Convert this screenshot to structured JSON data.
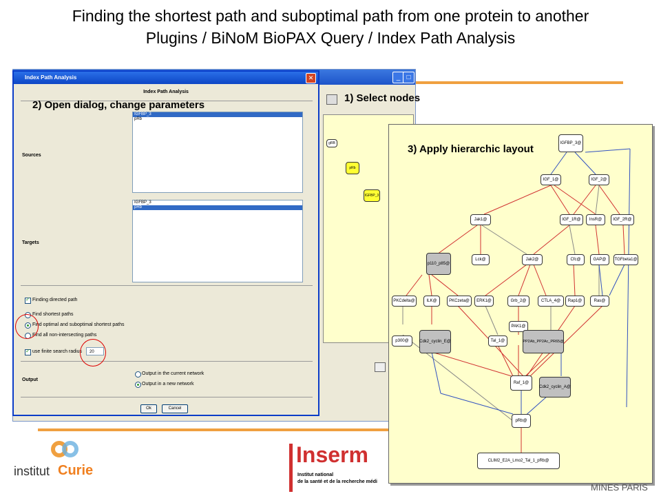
{
  "title_line1": "Finding the shortest path and suboptimal path from one protein to another",
  "title_line2": "Plugins / BiNoM BioPAX Query / Index Path Analysis",
  "dialog": {
    "window_title": "Index Path Analysis",
    "heading": "Index Path Analysis",
    "sources_label": "Sources",
    "sources_items": [
      "IGFBP_3",
      "pRb"
    ],
    "targets_label": "Targets",
    "targets_items": [
      "IGFBP_3",
      "pRb"
    ],
    "opt_directed": "Finding directed path",
    "opt_shortest": "Find shortest paths",
    "opt_suboptimal": "Find optimal and suboptimal shortest paths",
    "opt_nonintersecting": "Find all non-intersecting paths",
    "opt_finite": "use finite search radius",
    "radius_value": "20",
    "output_label": "Output",
    "out_current": "Output in the current network",
    "out_new": "Output in a new network",
    "ok": "Ok",
    "cancel": "Cancel"
  },
  "bg_canvas_nodes": [
    "gRB",
    "pRb",
    "IGFBP_3"
  ],
  "annotations": {
    "step1": "1) Select nodes",
    "step2": "2) Open dialog, change parameters",
    "step3": "3) Apply hierarchic layout"
  },
  "graph_nodes": {
    "igfbp3": "IGFBP_3@",
    "igf1": "IGF_1@",
    "igf2": "IGF_2@",
    "jak1": "Jak1@",
    "igf1r": "IGF_1R@",
    "insr": "InsR@",
    "igf2r": "IGF_2R@",
    "p110": "p110_p85@",
    "lck": "Lck@",
    "jak2": "Jak2@",
    "cfc": "Cfc@",
    "gap": "GAP@",
    "tgfb1": "TGFbeta1@",
    "pkcd": "PKCdelta@",
    "ilk": "ILK@",
    "pkcz": "PKCzeta@",
    "erk1": "ERK1@",
    "grb2": "Grb_2@",
    "ctla4": "CTLA_4@",
    "rap1": "Rap1@",
    "ras": "Ras@",
    "pak1": "PAK1@",
    "p300": "p300@",
    "cdk2e": "Cdk2_cyclin_E@",
    "tal1": "Tal_1@",
    "pp2a": "PP2Ab_PP2Ac_PR65@",
    "raf1": "Raf_1@",
    "cdk2a": "Cdk2_cyclin_A@",
    "prb": "pRb@",
    "clim": "CLIM2_E2A_Lmo2_Tal_1_pRb@"
  },
  "logos": {
    "curie_a": "institut",
    "curie_b": "Curie",
    "inserm": "Inserm",
    "inserm_sub1": "Institut national",
    "inserm_sub2": "de la santé et de la recherche médi",
    "mines": "MINES PARIS"
  },
  "colors": {
    "accent_orange": "#f0a040",
    "graph_bg": "#ffffcc",
    "edge_red": "#d03030",
    "edge_blue": "#3050c0"
  }
}
